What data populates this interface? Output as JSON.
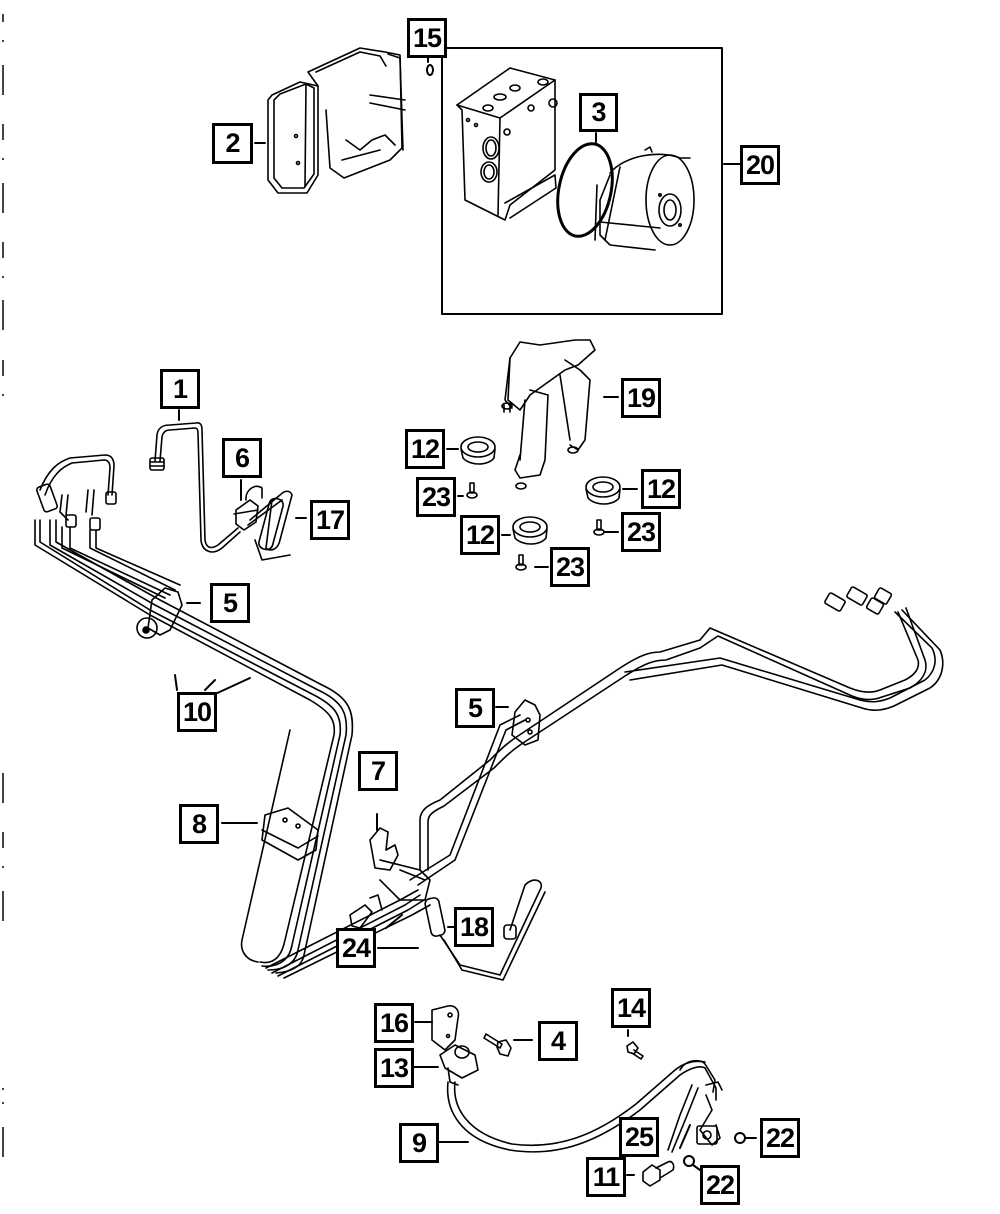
{
  "diagram": {
    "title": "ABS Module and Brake Lines Exploded Parts Diagram",
    "line_color": "#000000",
    "background": "#ffffff",
    "group_box": {
      "label": "20",
      "contains": [
        "3"
      ]
    },
    "callouts": [
      {
        "id": "c15",
        "label": "15",
        "part": "o-ring small"
      },
      {
        "id": "c2",
        "label": "2",
        "part": "ABS control module"
      },
      {
        "id": "c3",
        "label": "3",
        "part": "seal ring"
      },
      {
        "id": "c20",
        "label": "20",
        "part": "hydraulic control unit with pump motor"
      },
      {
        "id": "c1",
        "label": "1",
        "part": "brake tube"
      },
      {
        "id": "c6",
        "label": "6",
        "part": "clip"
      },
      {
        "id": "c17",
        "label": "17",
        "part": "brake hose / tube"
      },
      {
        "id": "c19",
        "label": "19",
        "part": "ABS mounting bracket"
      },
      {
        "id": "c12a",
        "label": "12",
        "part": "isolator grommet"
      },
      {
        "id": "c12b",
        "label": "12",
        "part": "isolator grommet"
      },
      {
        "id": "c12c",
        "label": "12",
        "part": "isolator grommet"
      },
      {
        "id": "c23a",
        "label": "23",
        "part": "bolt"
      },
      {
        "id": "c23b",
        "label": "23",
        "part": "bolt"
      },
      {
        "id": "c23c",
        "label": "23",
        "part": "bolt"
      },
      {
        "id": "c5a",
        "label": "5",
        "part": "brake tube clip"
      },
      {
        "id": "c5b",
        "label": "5",
        "part": "brake tube clip"
      },
      {
        "id": "c10",
        "label": "10",
        "part": "brake tube bundle"
      },
      {
        "id": "c7",
        "label": "7",
        "part": "retainer"
      },
      {
        "id": "c8",
        "label": "8",
        "part": "tube clip"
      },
      {
        "id": "c18",
        "label": "18",
        "part": "brake tube"
      },
      {
        "id": "c24",
        "label": "24",
        "part": "bracket"
      },
      {
        "id": "c16",
        "label": "16",
        "part": "bracket"
      },
      {
        "id": "c13",
        "label": "13",
        "part": "clip"
      },
      {
        "id": "c4",
        "label": "4",
        "part": "bolt"
      },
      {
        "id": "c14",
        "label": "14",
        "part": "bolt"
      },
      {
        "id": "c9",
        "label": "9",
        "part": "brake hose"
      },
      {
        "id": "c25",
        "label": "25",
        "part": "bracket"
      },
      {
        "id": "c22a",
        "label": "22",
        "part": "washer"
      },
      {
        "id": "c22b",
        "label": "22",
        "part": "washer"
      },
      {
        "id": "c11",
        "label": "11",
        "part": "banjo bolt"
      }
    ]
  }
}
